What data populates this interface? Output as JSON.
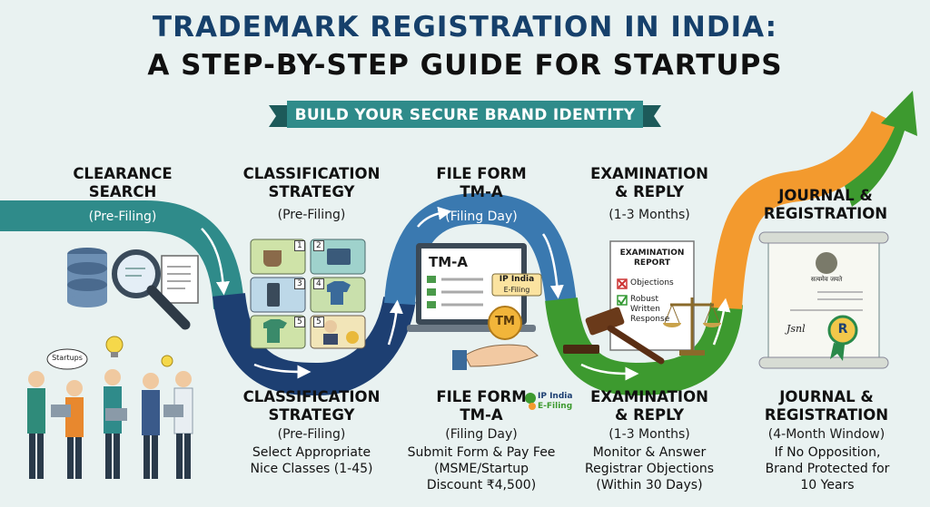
{
  "title": {
    "line1": "TRADEMARK REGISTRATION IN INDIA:",
    "line2": "A STEP-BY-STEP GUIDE FOR STARTUPS"
  },
  "banner": "BUILD YOUR SECURE BRAND IDENTITY",
  "colors": {
    "teal": "#2f8b8a",
    "navy": "#1d3f72",
    "blue": "#3a79b0",
    "green": "#3d9a2f",
    "orange": "#f39a2e",
    "title_blue": "#16406b"
  },
  "top_steps": [
    {
      "title": [
        "CLEARANCE",
        "SEARCH"
      ],
      "sub": "(Pre-Filing)"
    },
    {
      "title": [
        "CLASSIFICATION",
        "STRATEGY"
      ],
      "sub": "(Pre-Filing)"
    },
    {
      "title": [
        "FILE FORM",
        "TM-A"
      ],
      "sub": "(Filing Day)"
    },
    {
      "title": [
        "EXAMINATION",
        "& REPLY"
      ],
      "sub": "(1-3 Months)"
    },
    {
      "title": [
        "JOURNAL &",
        "REGISTRATION"
      ],
      "sub": ""
    }
  ],
  "bottom_steps": [
    {
      "title": [
        "CLASSIFICATION",
        "STRATEGY"
      ],
      "sub": "(Pre-Filing)",
      "desc": [
        "Select Appropriate",
        "Nice Classes (1-45)"
      ]
    },
    {
      "title": [
        "FILE FORM",
        "TM-A"
      ],
      "sub": "(Filing Day)",
      "desc": [
        "Submit Form & Pay Fee",
        "(MSME/Startup",
        "Discount ₹4,500)"
      ]
    },
    {
      "title": [
        "EXAMINATION",
        "& REPLY"
      ],
      "sub": "(1-3 Months)",
      "desc": [
        "Monitor & Answer",
        "Registrar Objections",
        "(Within 30 Days)"
      ]
    },
    {
      "title": [
        "JOURNAL &",
        "REGISTRATION"
      ],
      "sub": "(4-Month Window)",
      "desc": [
        "If No Opposition,",
        "Brand Protected for",
        "10 Years"
      ]
    }
  ],
  "class_tiles": [
    "1",
    "2",
    "3",
    "4",
    "5",
    "5"
  ],
  "startups_bubble": "Startups",
  "tm_form": {
    "label": "TM-A",
    "ip_india": "IP India",
    "efiling": "E-Filing",
    "tm": "TM"
  },
  "ip_badge": {
    "line1": "IP India",
    "line2": "E-Filing"
  },
  "exam_report": {
    "title": [
      "EXAMINATION",
      "REPORT"
    ],
    "objections": "Objections",
    "response": [
      "Robust",
      "Written",
      "Response"
    ]
  },
  "certificate": {
    "seal_caption": "सत्यमेव जयते",
    "signature": "Jsnl",
    "badge": "R"
  }
}
